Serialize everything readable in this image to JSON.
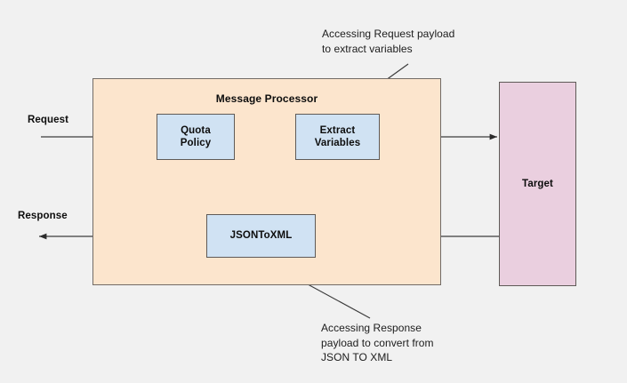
{
  "diagram": {
    "title": "Message Processor request/response policy flow",
    "background_color": "#f1f1f1",
    "nodes": {
      "message_processor": {
        "label": "Message Processor",
        "fill": "#fce5cd",
        "stroke": "#726b66"
      },
      "quota_policy": {
        "label": "Quota\nPolicy",
        "line1": "Quota",
        "line2": "Policy",
        "fill": "#d0e2f3",
        "stroke": "#5f5a57"
      },
      "extract_variables": {
        "label": "Extract\nVariables",
        "line1": "Extract",
        "line2": "Variables",
        "fill": "#d0e2f3",
        "stroke": "#5f5a57"
      },
      "jsontoxml": {
        "label": "JSONToXML",
        "fill": "#d0e2f3",
        "stroke": "#5f5a57"
      },
      "target": {
        "label": "Target",
        "fill": "#eacfdf",
        "stroke": "#5f5a57"
      }
    },
    "endpoints": {
      "request": "Request",
      "response": "Response"
    },
    "annotations": {
      "request_note": "Accessing Request payload\nto extract variables",
      "response_note": "Accessing Response\npayload to convert from\nJSON TO XML"
    },
    "edges": [
      {
        "name": "request-to-quota-policy",
        "from": "Request",
        "to": "Quota Policy",
        "direction": "right"
      },
      {
        "name": "quota-policy-to-extract-variables",
        "from": "Quota Policy",
        "to": "Extract Variables",
        "direction": "right"
      },
      {
        "name": "extract-variables-to-target",
        "from": "Extract Variables",
        "to": "Target",
        "direction": "right"
      },
      {
        "name": "target-to-jsontoxml",
        "from": "Target",
        "to": "JSONToXML",
        "direction": "left"
      },
      {
        "name": "jsontoxml-to-response",
        "from": "JSONToXML",
        "to": "Response",
        "direction": "left"
      }
    ],
    "leader_lines": [
      {
        "name": "request-note-leader",
        "from": "Accessing Request payload to extract variables",
        "to": "Extract Variables"
      },
      {
        "name": "response-note-leader",
        "from": "JSONToXML",
        "to": "Accessing Response payload to convert from JSON TO XML"
      }
    ],
    "line_color": "#3c3c3c"
  }
}
